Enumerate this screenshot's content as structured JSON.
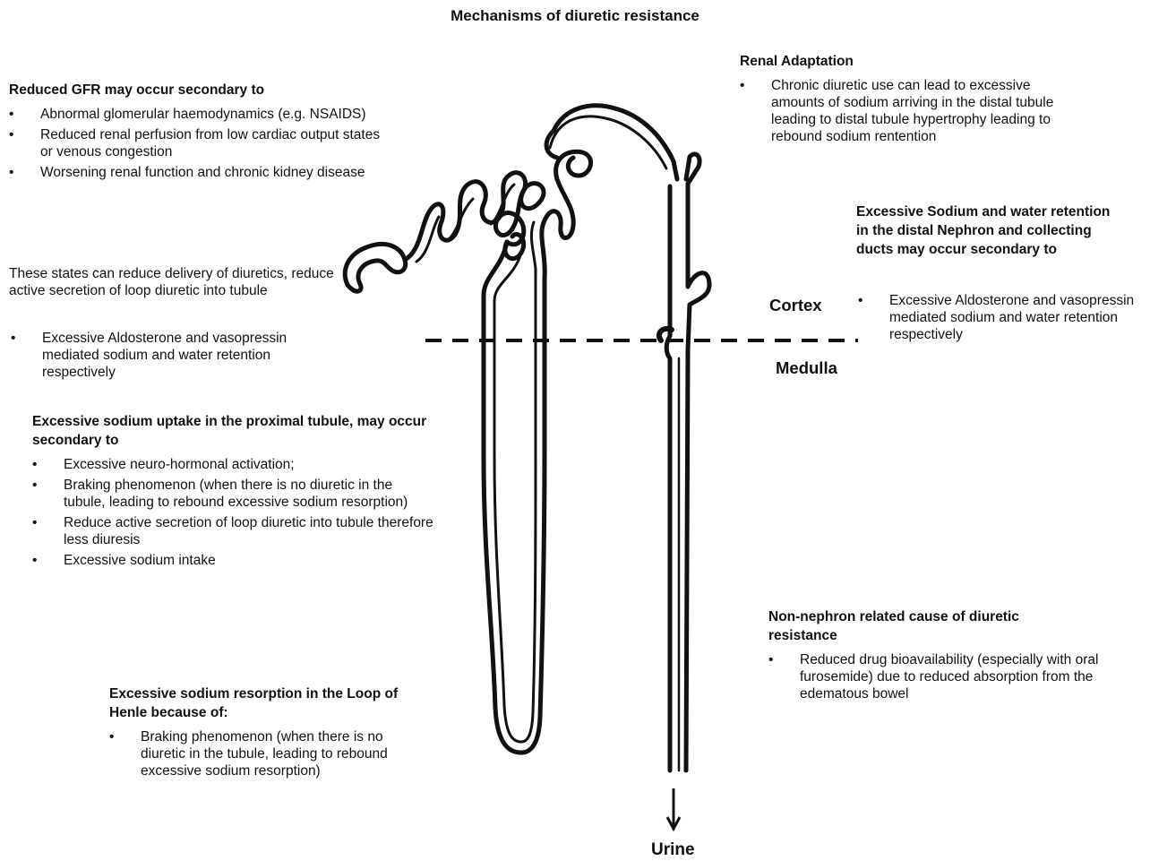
{
  "title": "Mechanisms of diuretic resistance",
  "gfr": {
    "heading": "Reduced GFR may occur secondary to",
    "bullets": [
      "Abnormal glomerular haemodynamics (e.g. NSAIDS)",
      "Reduced renal perfusion from low cardiac output states or venous congestion",
      "Worsening renal function and chronic kidney disease"
    ],
    "note": "These states can reduce delivery of diuretics, reduce active secretion of loop diuretic into tubule",
    "note_bullets": [
      "Excessive Aldosterone and vasopressin mediated sodium and water retention respectively"
    ]
  },
  "proximal": {
    "heading": "Excessive sodium uptake in the proximal tubule, may occur secondary to",
    "bullets": [
      "Excessive neuro-hormonal activation;",
      "Braking phenomenon (when there is no diuretic in the tubule, leading to rebound excessive sodium resorption)",
      "Reduce active secretion of loop diuretic into tubule therefore less diuresis",
      "Excessive sodium intake"
    ]
  },
  "henle": {
    "heading": "Excessive sodium resorption in the Loop of Henle because of:",
    "bullets": [
      "Braking phenomenon (when there is no diuretic in the tubule, leading to rebound excessive sodium resorption)"
    ]
  },
  "renal_adaptation": {
    "heading": "Renal Adaptation",
    "bullets": [
      "Chronic diuretic use can lead to excessive amounts of sodium arriving in the distal tubule leading to distal tubule hypertrophy leading to rebound sodium rentention"
    ]
  },
  "distal": {
    "heading": "Excessive Sodium and water retention in the distal Nephron and collecting ducts may occur secondary to",
    "bullets": [
      "Excessive Aldosterone and vasopressin mediated sodium and water retention respectively"
    ]
  },
  "non_nephron": {
    "heading": "Non-nephron related cause of diuretic resistance",
    "bullets": [
      "Reduced drug bioavailability (especially with oral furosemide) due to reduced absorption from the edematous bowel"
    ]
  },
  "labels": {
    "cortex": "Cortex",
    "medulla": "Medulla",
    "urine": "Urine"
  }
}
